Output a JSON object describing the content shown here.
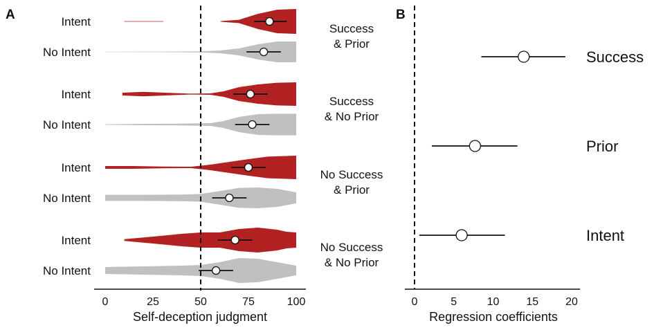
{
  "chart_data": [
    {
      "panel": "A",
      "type": "violin",
      "xlabel": "Self-deception judgment",
      "xlim": [
        0,
        100
      ],
      "xticks": [
        0,
        25,
        50,
        75,
        100
      ],
      "reference_line": 50,
      "colors": {
        "Intent": "#b22222",
        "No Intent": "#c0c0c0"
      },
      "groups": [
        {
          "label": "Success & Prior",
          "label_lines": [
            "Success",
            "& Prior"
          ],
          "rows": [
            {
              "name": "Intent",
              "mean": 86,
              "ci": [
                78,
                95
              ],
              "range": [
                10,
                100
              ],
              "density": [
                [
                  10,
                  0.02
                ],
                [
                  30,
                  0.02
                ],
                [
                  31,
                  0
                ],
                [
                  60,
                  0
                ],
                [
                  61,
                  0.03
                ],
                [
                  70,
                  0.12
                ],
                [
                  80,
                  0.55
                ],
                [
                  90,
                  0.85
                ],
                [
                  100,
                  0.9
                ]
              ]
            },
            {
              "name": "No Intent",
              "mean": 83,
              "ci": [
                74,
                92
              ],
              "range": [
                0,
                100
              ],
              "density": [
                [
                  0,
                  0.01
                ],
                [
                  30,
                  0.02
                ],
                [
                  50,
                  0.04
                ],
                [
                  60,
                  0.1
                ],
                [
                  70,
                  0.25
                ],
                [
                  80,
                  0.55
                ],
                [
                  90,
                  0.75
                ],
                [
                  100,
                  0.75
                ]
              ]
            }
          ]
        },
        {
          "label": "Success & No Prior",
          "label_lines": [
            "Success",
            "& No Prior"
          ],
          "rows": [
            {
              "name": "Intent",
              "mean": 76,
              "ci": [
                67,
                85
              ],
              "range": [
                9,
                100
              ],
              "density": [
                [
                  9,
                  0.1
                ],
                [
                  20,
                  0.16
                ],
                [
                  35,
                  0.08
                ],
                [
                  45,
                  0.03
                ],
                [
                  55,
                  0.05
                ],
                [
                  62,
                  0.2
                ],
                [
                  70,
                  0.5
                ],
                [
                  80,
                  0.7
                ],
                [
                  90,
                  0.82
                ],
                [
                  100,
                  0.85
                ]
              ]
            },
            {
              "name": "No Intent",
              "mean": 77,
              "ci": [
                68,
                86
              ],
              "range": [
                0,
                100
              ],
              "density": [
                [
                  0,
                  0.02
                ],
                [
                  20,
                  0.05
                ],
                [
                  40,
                  0.06
                ],
                [
                  55,
                  0.1
                ],
                [
                  62,
                  0.25
                ],
                [
                  70,
                  0.55
                ],
                [
                  80,
                  0.75
                ],
                [
                  90,
                  0.78
                ],
                [
                  100,
                  0.78
                ]
              ]
            }
          ]
        },
        {
          "label": "No Success & Prior",
          "label_lines": [
            "No Success",
            "& Prior"
          ],
          "rows": [
            {
              "name": "Intent",
              "mean": 75,
              "ci": [
                66,
                84
              ],
              "range": [
                0,
                100
              ],
              "density": [
                [
                  0,
                  0.1
                ],
                [
                  15,
                  0.1
                ],
                [
                  30,
                  0.06
                ],
                [
                  45,
                  0.05
                ],
                [
                  55,
                  0.2
                ],
                [
                  65,
                  0.4
                ],
                [
                  75,
                  0.6
                ],
                [
                  85,
                  0.78
                ],
                [
                  100,
                  0.85
                ]
              ]
            },
            {
              "name": "No Intent",
              "mean": 65,
              "ci": [
                56,
                74
              ],
              "range": [
                0,
                100
              ],
              "density": [
                [
                  0,
                  0.22
                ],
                [
                  20,
                  0.22
                ],
                [
                  40,
                  0.24
                ],
                [
                  50,
                  0.28
                ],
                [
                  58,
                  0.45
                ],
                [
                  70,
                  0.72
                ],
                [
                  80,
                  0.75
                ],
                [
                  90,
                  0.65
                ],
                [
                  100,
                  0.4
                ]
              ]
            }
          ]
        },
        {
          "label": "No Success & No Prior",
          "label_lines": [
            "No Success",
            "& No Prior"
          ],
          "rows": [
            {
              "name": "Intent",
              "mean": 68,
              "ci": [
                59,
                77
              ],
              "range": [
                10,
                100
              ],
              "density": [
                [
                  10,
                  0.06
                ],
                [
                  25,
                  0.25
                ],
                [
                  40,
                  0.45
                ],
                [
                  50,
                  0.55
                ],
                [
                  60,
                  0.55
                ],
                [
                  70,
                  0.8
                ],
                [
                  80,
                  0.9
                ],
                [
                  90,
                  0.75
                ],
                [
                  95,
                  0.6
                ],
                [
                  100,
                  0.55
                ]
              ]
            },
            {
              "name": "No Intent",
              "mean": 58,
              "ci": [
                49,
                67
              ],
              "range": [
                0,
                100
              ],
              "density": [
                [
                  0,
                  0.25
                ],
                [
                  20,
                  0.3
                ],
                [
                  40,
                  0.35
                ],
                [
                  50,
                  0.4
                ],
                [
                  60,
                  0.6
                ],
                [
                  70,
                  0.9
                ],
                [
                  80,
                  0.85
                ],
                [
                  90,
                  0.6
                ],
                [
                  100,
                  0.35
                ]
              ]
            }
          ]
        }
      ]
    },
    {
      "panel": "B",
      "type": "scatter",
      "xlabel": "Regression coefficients",
      "xlim": [
        0,
        20
      ],
      "xticks": [
        0,
        5,
        10,
        15,
        20
      ],
      "reference_line": 0,
      "points": [
        {
          "name": "Success",
          "estimate": 13.9,
          "ci": [
            8.5,
            19.2
          ]
        },
        {
          "name": "Prior",
          "estimate": 7.7,
          "ci": [
            2.2,
            13.1
          ]
        },
        {
          "name": "Intent",
          "estimate": 6.0,
          "ci": [
            0.6,
            11.5
          ]
        }
      ]
    }
  ],
  "panel_labels": {
    "a": "A",
    "b": "B"
  }
}
